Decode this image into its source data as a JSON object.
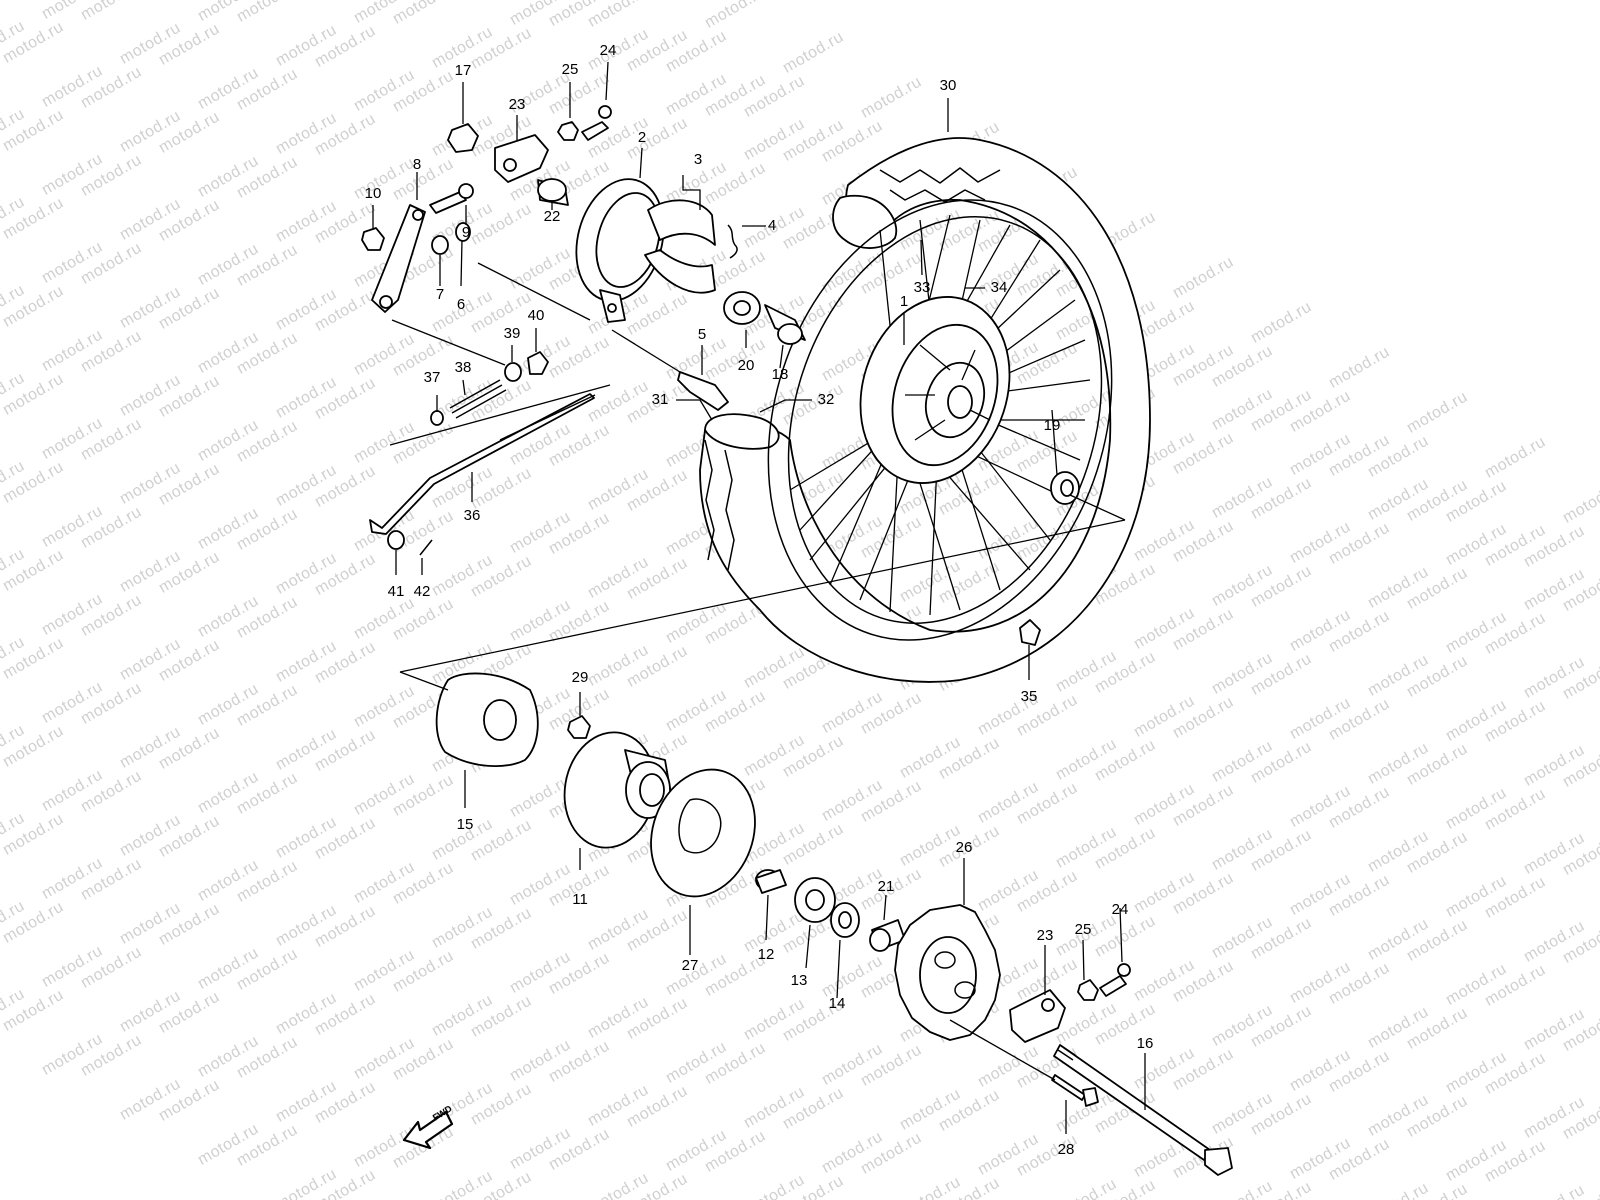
{
  "watermark": {
    "text": "motod.ru"
  },
  "fwd_arrow": {
    "label": "FWD"
  },
  "callouts": [
    {
      "id": "1",
      "text": "1"
    },
    {
      "id": "2",
      "text": "2"
    },
    {
      "id": "3",
      "text": "3"
    },
    {
      "id": "4",
      "text": "4"
    },
    {
      "id": "5",
      "text": "5"
    },
    {
      "id": "6",
      "text": "6"
    },
    {
      "id": "7",
      "text": "7"
    },
    {
      "id": "8",
      "text": "8"
    },
    {
      "id": "9",
      "text": "9"
    },
    {
      "id": "10",
      "text": "10"
    },
    {
      "id": "11",
      "text": "11"
    },
    {
      "id": "12",
      "text": "12"
    },
    {
      "id": "13",
      "text": "13"
    },
    {
      "id": "14",
      "text": "14"
    },
    {
      "id": "15",
      "text": "15"
    },
    {
      "id": "16",
      "text": "16"
    },
    {
      "id": "17",
      "text": "17"
    },
    {
      "id": "18",
      "text": "18"
    },
    {
      "id": "19",
      "text": "19"
    },
    {
      "id": "20",
      "text": "20"
    },
    {
      "id": "21",
      "text": "21"
    },
    {
      "id": "22",
      "text": "22"
    },
    {
      "id": "23",
      "text": "23"
    },
    {
      "id": "23b",
      "text": "23"
    },
    {
      "id": "24",
      "text": "24"
    },
    {
      "id": "24b",
      "text": "24"
    },
    {
      "id": "25",
      "text": "25"
    },
    {
      "id": "25b",
      "text": "25"
    },
    {
      "id": "26",
      "text": "26"
    },
    {
      "id": "27",
      "text": "27"
    },
    {
      "id": "28",
      "text": "28"
    },
    {
      "id": "29",
      "text": "29"
    },
    {
      "id": "30",
      "text": "30"
    },
    {
      "id": "31",
      "text": "31"
    },
    {
      "id": "32",
      "text": "32"
    },
    {
      "id": "33",
      "text": "33"
    },
    {
      "id": "34",
      "text": "34"
    },
    {
      "id": "35",
      "text": "35"
    },
    {
      "id": "36",
      "text": "36"
    },
    {
      "id": "37",
      "text": "37"
    },
    {
      "id": "38",
      "text": "38"
    },
    {
      "id": "39",
      "text": "39"
    },
    {
      "id": "40",
      "text": "40"
    },
    {
      "id": "41",
      "text": "41"
    },
    {
      "id": "42",
      "text": "42"
    }
  ]
}
